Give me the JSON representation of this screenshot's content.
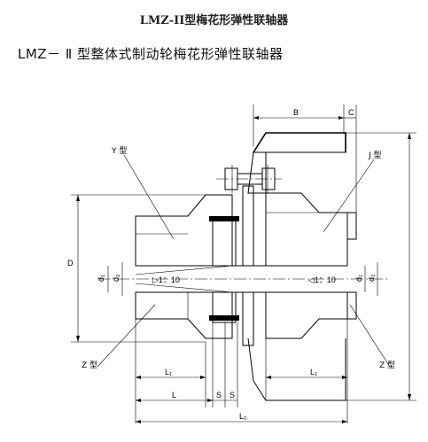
{
  "title": "LMZ-II型梅花形弹性联轴器",
  "subtitle": "LMZ－ Ⅱ  型整体式制动轮梅花形弹性联轴器",
  "labels": {
    "B": "B",
    "C": "C",
    "D": "D",
    "d1": "d₁",
    "d2_left": "d₂",
    "d1_right": "d₁",
    "d2_right": "d₂",
    "taper_left": "▷1：10",
    "taper_right": "◁1：10",
    "y_type": "Y 型",
    "j_type": "J 型",
    "z_type_left": "Z 型",
    "z_type_right": "Z 型",
    "L1_left": "L₁",
    "L1_right": "L₁",
    "L": "L",
    "S1": "S",
    "S2": "S",
    "L0": "L₀"
  }
}
